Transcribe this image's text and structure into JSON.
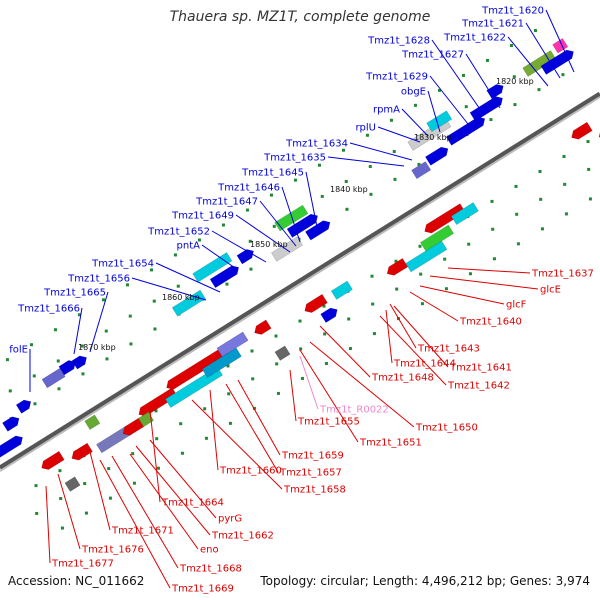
{
  "title": "Thauera sp. MZ1T, complete genome",
  "accession": "Accession: NC_011662",
  "summary": "Topology: circular; Length: 4,496,212 bp; Genes: 3,974",
  "colors": {
    "forward": "#0000dd",
    "reverse": "#dd0000",
    "rna": "#ee88cc",
    "backbone": "#888888",
    "tick": "#228833"
  },
  "kbp_marks": [
    "1820 kbp",
    "1830 kbp",
    "1840 kbp",
    "1850 kbp",
    "1860 kbp",
    "1870 kbp"
  ],
  "forward_genes": [
    "Tmz1t_1620",
    "Tmz1t_1621",
    "Tmz1t_1622",
    "Tmz1t_1628",
    "Tmz1t_1627",
    "Tmz1t_1629",
    "obgE",
    "rpmA",
    "rplU",
    "Tmz1t_1634",
    "Tmz1t_1635",
    "Tmz1t_1645",
    "Tmz1t_1646",
    "Tmz1t_1647",
    "Tmz1t_1649",
    "Tmz1t_1652",
    "pntA",
    "Tmz1t_1654",
    "Tmz1t_1656",
    "Tmz1t_1665",
    "Tmz1t_1666",
    "folE"
  ],
  "reverse_genes": [
    "Tmz1t_1637",
    "glcE",
    "glcF",
    "Tmz1t_1640",
    "Tmz1t_1643",
    "Tmz1t_1641",
    "Tmz1t_1644",
    "Tmz1t_1642",
    "Tmz1t_1648",
    "Tmz1t_R0022",
    "Tmz1t_1650",
    "Tmz1t_1655",
    "Tmz1t_1651",
    "Tmz1t_1659",
    "Tmz1t_1657",
    "Tmz1t_1660",
    "Tmz1t_1658",
    "Tmz1t_1664",
    "pyrG",
    "Tmz1t_1662",
    "Tmz1t_1671",
    "eno",
    "Tmz1t_1668",
    "Tmz1t_1676",
    "Tmz1t_1677",
    "Tmz1t_1669"
  ]
}
